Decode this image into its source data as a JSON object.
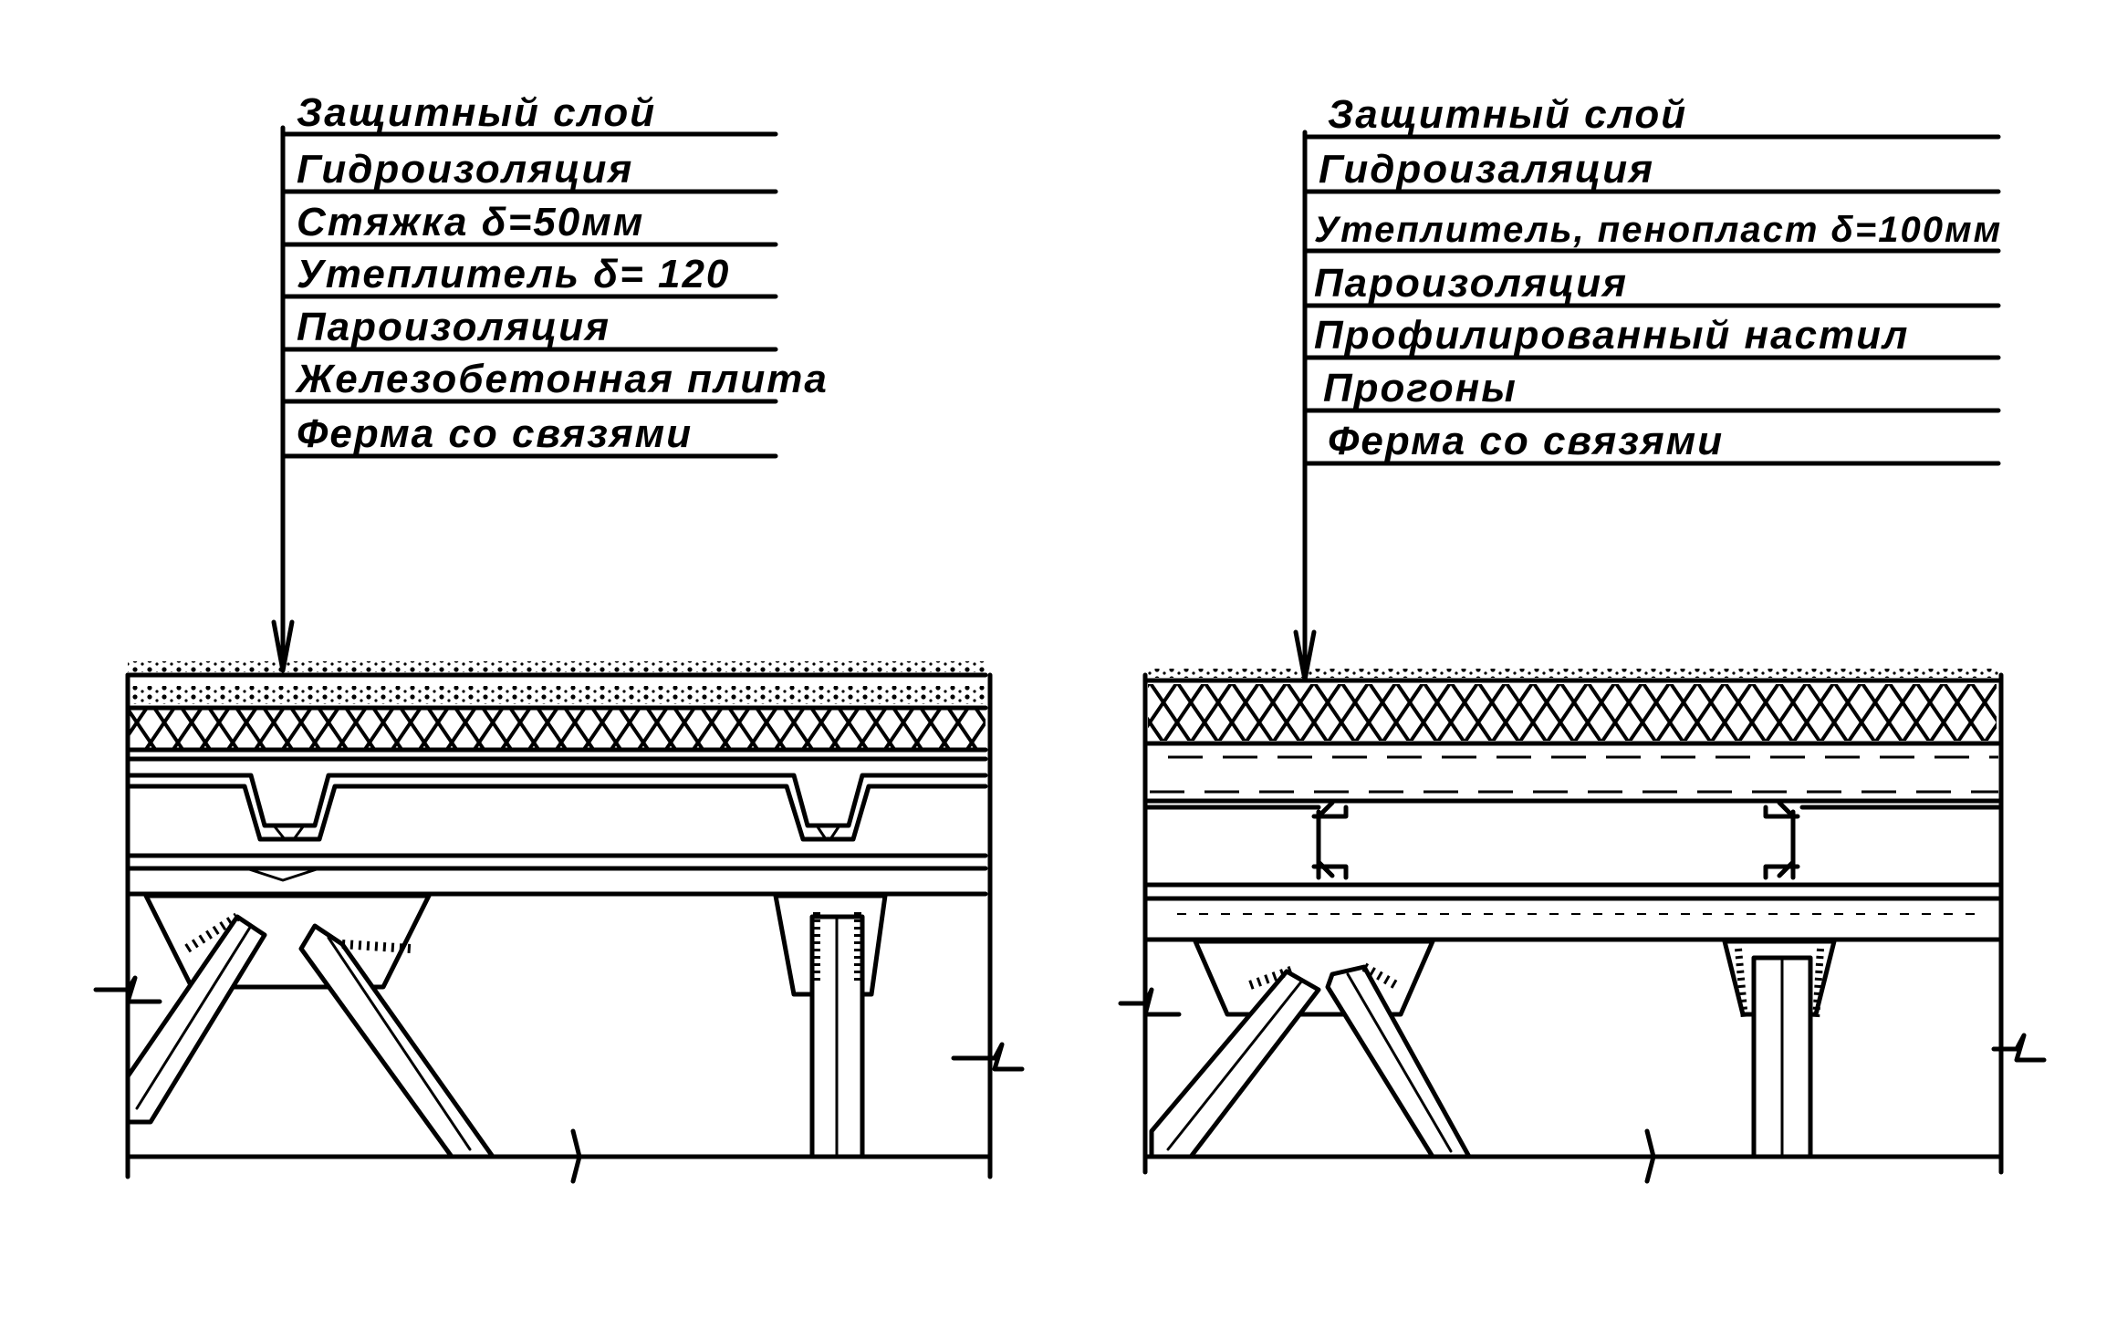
{
  "left_section": {
    "layers": [
      "Защитный слой",
      "Гидроизоляция",
      "Стяжка δ=50мм",
      "Утеплитель δ= 120",
      "Пароизоляция",
      "Железобетонная плита",
      "Ферма со связями"
    ]
  },
  "right_section": {
    "layers": [
      "Защитный слой",
      "Гидроизаляция",
      "Утеплитель, пенопласт δ=100мм",
      "Пароизоляция",
      "Профилированный настил",
      "Прогоны",
      "Ферма со связями"
    ]
  }
}
